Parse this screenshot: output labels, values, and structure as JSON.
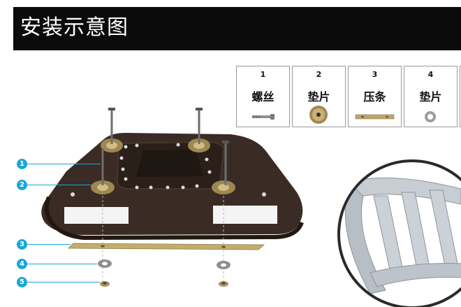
{
  "header": {
    "title": "安装示意图"
  },
  "parts": [
    {
      "num": "1",
      "name": "螺丝",
      "icon": "screw-icon"
    },
    {
      "num": "2",
      "name": "垫片",
      "icon": "domed-washer-icon"
    },
    {
      "num": "3",
      "name": "压条",
      "icon": "pressure-strip-icon"
    },
    {
      "num": "4",
      "name": "垫片",
      "icon": "flat-washer-icon"
    }
  ],
  "callouts": [
    "1",
    "2",
    "3",
    "4",
    "5"
  ],
  "colors": {
    "header_bg": "#0b0b0b",
    "accent": "#1aa7d8",
    "plate": "#3a2c24",
    "rack": "#c7cdd3"
  }
}
